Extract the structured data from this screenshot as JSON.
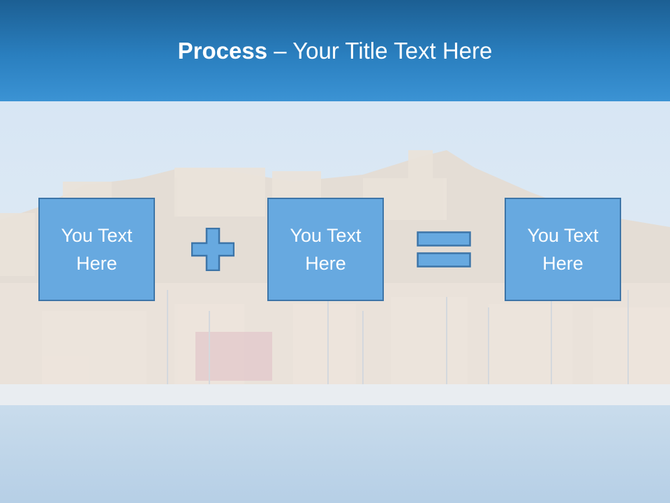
{
  "header": {
    "title_bold": "Process",
    "title_rest": " – Your Title Text Here"
  },
  "process": {
    "boxes": [
      {
        "label": "You Text\nHere"
      },
      {
        "label": "You Text\nHere"
      },
      {
        "label": "You Text\nHere"
      }
    ],
    "operators": [
      "plus-icon",
      "equals-icon"
    ]
  },
  "colors": {
    "header_top": "#1c5f93",
    "header_bottom": "#3b93d4",
    "box_fill": "#67a9e0",
    "box_border": "#3d75a8"
  }
}
